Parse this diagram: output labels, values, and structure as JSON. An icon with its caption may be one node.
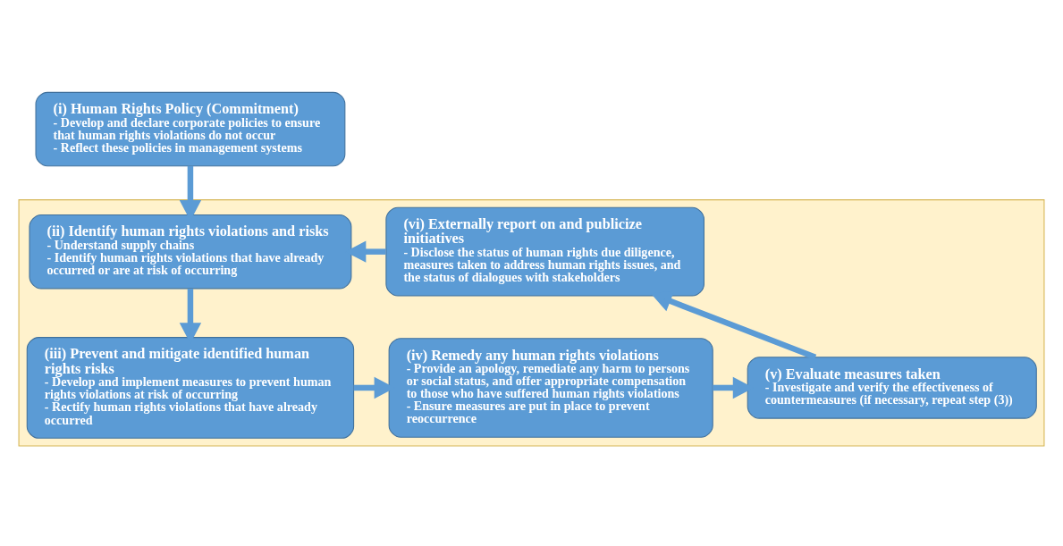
{
  "diagram": {
    "nodes": [
      {
        "text": [
          "(i) Human Rights Policy (Commitment)",
          "- Develop and declare corporate policies to ensure that human rights violations do not occur",
          "- Reflect these policies in management systems"
        ]
      },
      {
        "text": [],
        "shape": "box"
      },
      {
        "text": [
          "(ii) Identify human rights violations and risks",
          "- Understand supply chains",
          "- Identify human rights violations that have already occurred or are at risk of occurring"
        ],
        "in": 1
      },
      {
        "text": [
          "(vi) Externally report on and publicize initiatives",
          "- Disclose the status of human rights due diligence, measures taken to address human rights issues, and the status of dialogues with stakeholders"
        ],
        "in": 1
      },
      {
        "text": [
          "(iii) Prevent and mitigate identified human rights risks",
          "- Develop and implement measures to prevent human rights violations at risk of occurring",
          "- Rectify human rights violations that have already occurred"
        ],
        "in": 1
      },
      {
        "text": [
          "(iv) Remedy any human rights violations",
          "- Provide an apology, remediate any harm to persons or social status, and offer appropriate compensation to those who have suffered human rights violations",
          "- Ensure measures are put in place to prevent reoccurrence"
        ],
        "in": 1
      },
      {
        "text": [
          "(v) Evaluate measures taken",
          "- Investigate and verify the effectiveness of countermeasures (if necessary, repeat step (3))"
        ],
        "in": 1
      }
    ],
    "edges": [
      {
        "from": 0,
        "to": 2,
        "arrow": "to"
      },
      {
        "from": 3,
        "to": 2,
        "arrow": "to"
      },
      {
        "from": 2,
        "to": 4,
        "arrow": "to"
      },
      {
        "from": 4,
        "to": 5,
        "arrow": "to"
      },
      {
        "from": 5,
        "to": 6,
        "arrow": "to"
      },
      {
        "from": 6,
        "to": 3,
        "arrow": "to"
      }
    ]
  }
}
